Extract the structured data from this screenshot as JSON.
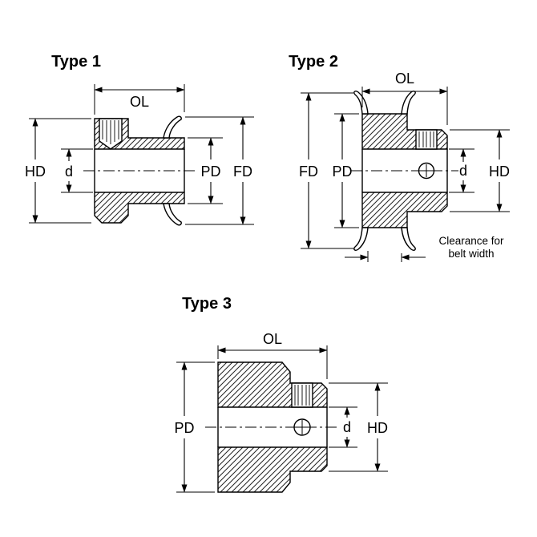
{
  "colors": {
    "title": "#2222cc",
    "line": "#000000"
  },
  "type1": {
    "title": "Type 1",
    "labels": {
      "ol": "OL",
      "hd": "HD",
      "d": "d",
      "pd": "PD",
      "fd": "FD"
    }
  },
  "type2": {
    "title": "Type 2",
    "labels": {
      "ol": "OL",
      "fd": "FD",
      "pd": "PD",
      "d": "d",
      "hd": "HD"
    },
    "note": {
      "line1": "Clearance for",
      "line2": "belt width"
    }
  },
  "type3": {
    "title": "Type 3",
    "labels": {
      "ol": "OL",
      "pd": "PD",
      "d": "d",
      "hd": "HD"
    }
  }
}
